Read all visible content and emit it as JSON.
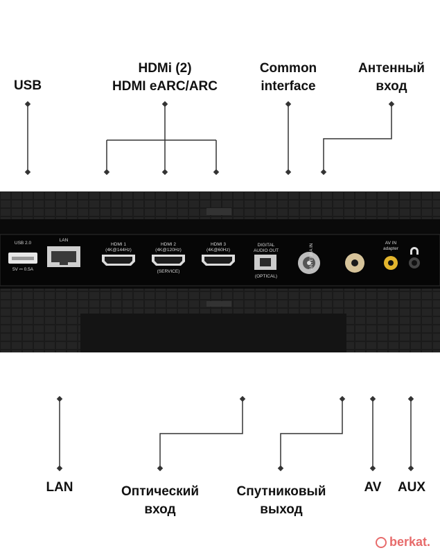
{
  "top_labels": {
    "usb": [
      "USB"
    ],
    "hdmi": [
      "HDMi (2)",
      "HDMI eARC/ARC"
    ],
    "common_interface": [
      "Common",
      "interface"
    ],
    "antenna": [
      "Антенный",
      "вход"
    ]
  },
  "bottom_labels": {
    "lan": [
      "LAN"
    ],
    "optical": [
      "Оптический",
      "вход"
    ],
    "satellite": [
      "Спутниковый",
      "выход"
    ],
    "av": [
      "AV"
    ],
    "aux": [
      "AUX"
    ]
  },
  "ports": {
    "usb": [
      "USB 2.0"
    ],
    "usb_sub": [
      "5V ⎓ 0.5A"
    ],
    "lan": [
      "LAN"
    ],
    "hdmi1": [
      "HDMI 1",
      "(4K@144Hz)"
    ],
    "hdmi2": [
      "HDMI 2",
      "(4K@120Hz)"
    ],
    "hdmi2_sub": [
      "(SERVICE)"
    ],
    "hdmi3": [
      "HDMI 3",
      "(4K@60Hz)"
    ],
    "optical": [
      "DIGITAL",
      "AUDIO OUT"
    ],
    "optical_sub": [
      "(OPTICAL)"
    ],
    "antenna": [
      "ANTENNA IN"
    ],
    "av": [
      "AV IN",
      "adapter"
    ]
  },
  "watermark": "berkat."
}
